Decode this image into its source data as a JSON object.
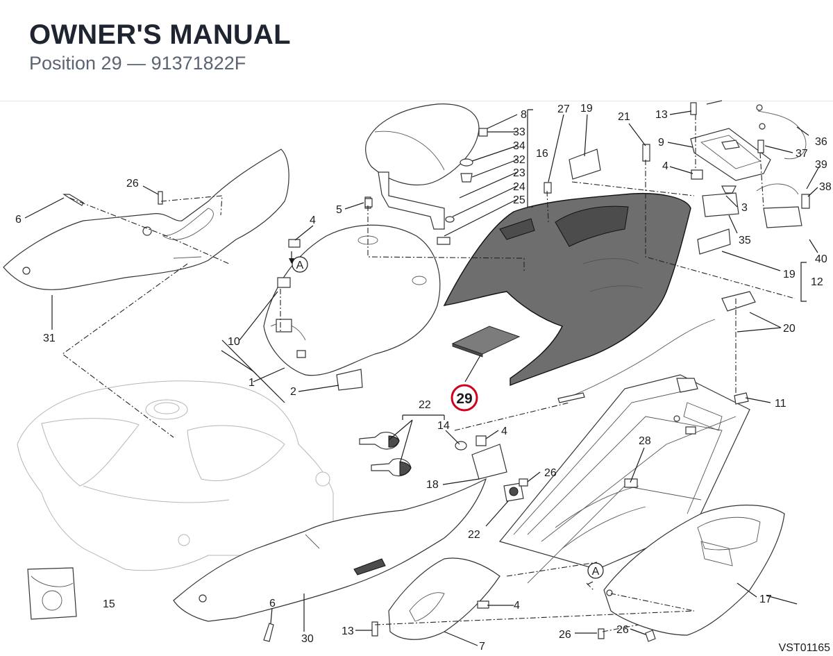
{
  "header": {
    "title": "OWNER'S MANUAL",
    "subtitle": "Position 29 — 91371822F"
  },
  "diagram": {
    "highlight_color": "#d0021b",
    "highlighted_position": "29",
    "figure_code": "VST01165",
    "callouts": {
      "c1": "1",
      "c2": "2",
      "c3": "3",
      "c4a": "4",
      "c4b": "4",
      "c4c": "4",
      "c4d": "4",
      "c5": "5",
      "c6a": "6",
      "c6b": "6",
      "c7": "7",
      "c8": "8",
      "c9": "9",
      "c10": "10",
      "c11": "11",
      "c12": "12",
      "c13a": "13",
      "c13b": "13",
      "c14": "14",
      "c15": "15",
      "c16": "16",
      "c17": "17",
      "c18": "18",
      "c19a": "19",
      "c19b": "19",
      "c20": "20",
      "c21": "21",
      "c22a": "22",
      "c22b": "22",
      "c23": "23",
      "c24": "24",
      "c25": "25",
      "c26a": "26",
      "c26b": "26",
      "c26c": "26",
      "c26d": "26",
      "c27": "27",
      "c28": "28",
      "c30": "30",
      "c31": "31",
      "c32": "32",
      "c33": "33",
      "c34": "34",
      "c35": "35",
      "c36": "36",
      "c37": "37",
      "c38": "38",
      "c39": "39",
      "c40": "40",
      "refA1": "A",
      "refA2": "A"
    }
  }
}
